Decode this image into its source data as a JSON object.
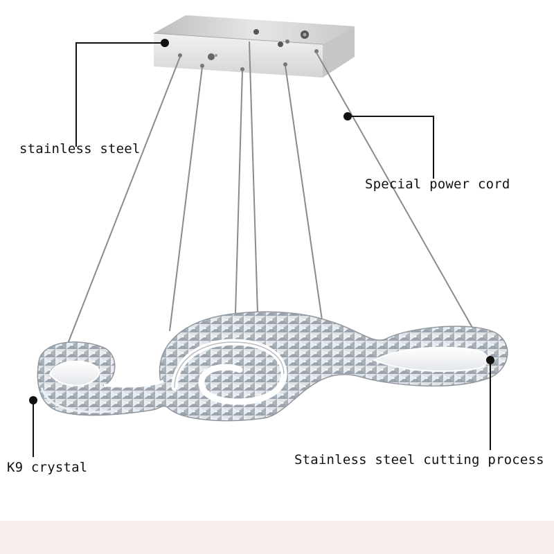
{
  "callouts": {
    "stainless_steel": "stainless steel",
    "special_power_cord": "Special power cord",
    "k9_crystal": "K9 crystal",
    "cutting_process": "Stainless steel cutting process"
  },
  "colors": {
    "background": "#ffffff",
    "bottom_band": "#f8eeee",
    "label_text": "#111111",
    "leader_line": "#111111",
    "cable": "#8a8a8a",
    "canopy": "#d9d9d9",
    "crystal": "#c6ccd2",
    "steel_edge": "#f4f4f4"
  }
}
